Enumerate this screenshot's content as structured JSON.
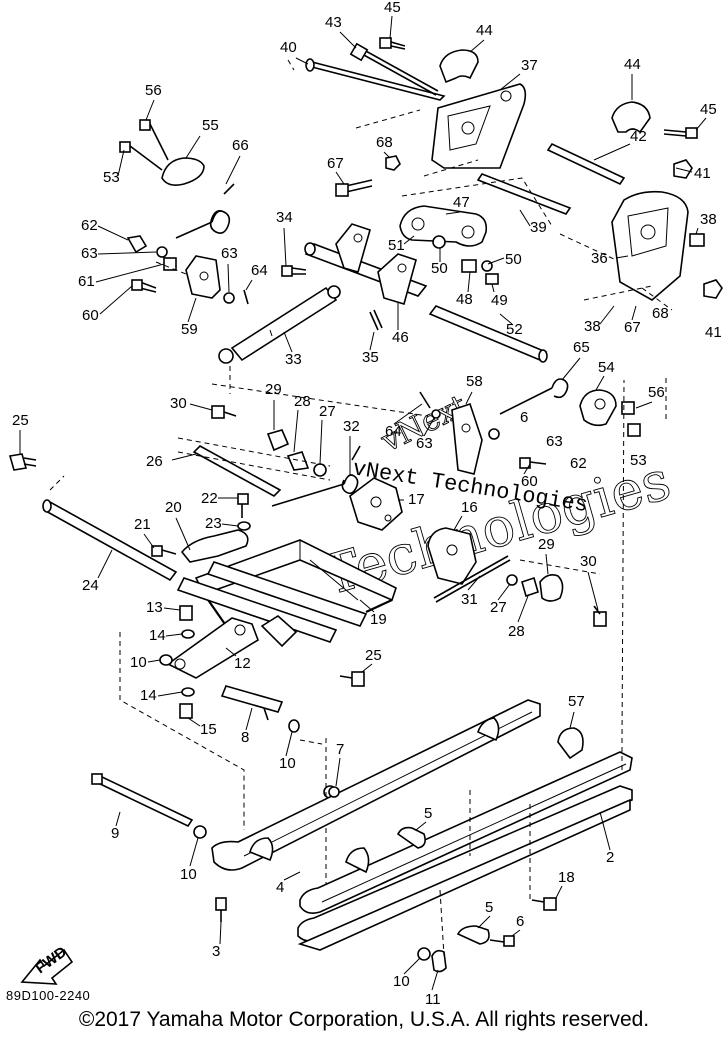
{
  "diagram": {
    "part_code": "89D100-2240",
    "copyright": "©2017 Yamaha Motor Corporation, U.S.A. All rights reserved.",
    "watermark_line1": "vNext Technologies",
    "watermark_line2": "Technologies",
    "watermark_top": "vNext",
    "fwd_label": "FWD",
    "callouts": {
      "c45a": "45",
      "c43": "43",
      "c44a": "44",
      "c40": "40",
      "c37": "37",
      "c44b": "44",
      "c45b": "45",
      "c56a": "56",
      "c55": "55",
      "c53a": "53",
      "c66": "66",
      "c68a": "68",
      "c67a": "67",
      "c42": "42",
      "c41a": "41",
      "c47": "47",
      "c39": "39",
      "c38a": "38",
      "c36": "36",
      "c62a": "62",
      "c34": "34",
      "c51": "51",
      "c50a": "50",
      "c50b": "50",
      "c63a": "63",
      "c61": "61",
      "c63b": "63",
      "c64a": "64",
      "c48": "48",
      "c49": "49",
      "c60a": "60",
      "c59": "59",
      "c46": "46",
      "c52": "52",
      "c38b": "38",
      "c67b": "67",
      "c68b": "68",
      "c41b": "41",
      "c33": "33",
      "c35": "35",
      "c65": "65",
      "c54": "54",
      "c58": "58",
      "c56b": "56",
      "c29a": "29",
      "c30a": "30",
      "c28a": "28",
      "c27a": "27",
      "c32": "32",
      "c64b": "64",
      "c63c": "63",
      "c6a": "6",
      "c63d": "63",
      "c62b": "62",
      "c53b": "53",
      "c25a": "25",
      "c26": "26",
      "c60b": "60",
      "c17": "17",
      "c22": "22",
      "c23": "23",
      "c16": "16",
      "c20": "20",
      "c21": "21",
      "c24": "24",
      "c29b": "29",
      "c30b": "30",
      "c31": "31",
      "c27b": "27",
      "c28b": "28",
      "c19": "19",
      "c13": "13",
      "c14a": "14",
      "c10a": "10",
      "c12": "12",
      "c25b": "25",
      "c14b": "14",
      "c15": "15",
      "c8": "8",
      "c10b": "10",
      "c7": "7",
      "c57": "57",
      "c9": "9",
      "c5a": "5",
      "c10c": "10",
      "c4": "4",
      "c2": "2",
      "c18": "18",
      "c3": "3",
      "c5b": "5",
      "c6b": "6",
      "c10d": "10",
      "c11": "11"
    }
  }
}
